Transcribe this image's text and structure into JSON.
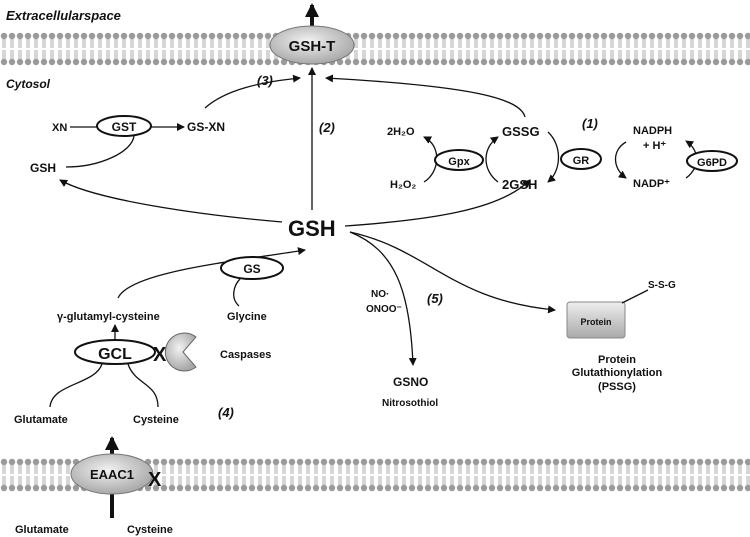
{
  "regions": {
    "extracellular": "Extracellularspace",
    "cytosol": "Cytosol"
  },
  "transporter": {
    "label": "GSH-T"
  },
  "steps": {
    "s1": "(1)",
    "s2": "(2)",
    "s3": "(3)",
    "s4": "(4)",
    "s5": "(5)"
  },
  "gst_branch": {
    "xn": "XN",
    "enzyme": "GST",
    "conjugate": "GS-XN",
    "substrate": "GSH"
  },
  "redox_cycle": {
    "water": "2H₂O",
    "peroxide": "H₂O₂",
    "gpx": "Gpx",
    "gssg": "GSSG",
    "reduced": "2GSH",
    "gr": "GR",
    "nadph_line1": "NADPH",
    "nadph_line2": "+ H⁺",
    "nadp": "NADP⁺",
    "g6pd": "G6PD"
  },
  "center": {
    "gsh": "GSH"
  },
  "synthesis": {
    "gs": "GS",
    "glu_cys": "γ-glutamyl-cysteine",
    "glycine": "Glycine",
    "gcl": "GCL",
    "gcl_block": "X",
    "caspases": "Caspases",
    "glutamate": "Glutamate",
    "cysteine": "Cysteine"
  },
  "nitrosation": {
    "no": "NO·",
    "onoo": "ONOO⁻",
    "gsno": "GSNO",
    "nitrosothiol": "Nitrosothiol"
  },
  "glutathionylation": {
    "protein_box": "Protein",
    "ssg": "S-S-G",
    "caption_line1": "Protein",
    "caption_line2": "Glutathionylation",
    "caption_line3": "(PSSG)"
  },
  "uptake": {
    "eaac1": "EAAC1",
    "eaac1_block": "X",
    "glutamate": "Glutamate",
    "cysteine": "Cysteine"
  },
  "colors": {
    "membrane": "#9a9a9a",
    "ellipse_fill": "#cfcfcf",
    "box_fill": "#c8c8c8",
    "pacman": "#888888"
  }
}
